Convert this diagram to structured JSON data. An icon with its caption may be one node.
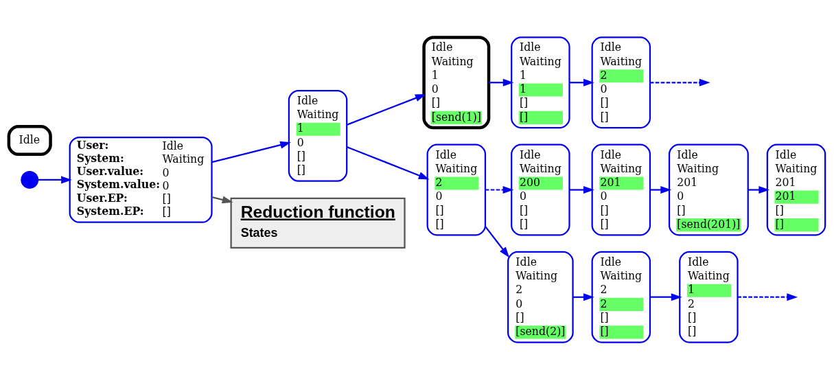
{
  "diagram": {
    "nodes": [
      {
        "text": [],
        "shape": "circle"
      },
      {
        "text": [
          "User:",
          "Idle",
          "System:",
          "Waiting",
          "User.value:",
          "0",
          "System.value:",
          "0",
          "User.EP:",
          "[]",
          "System.EP:",
          "[]"
        ]
      },
      {
        "text": [
          "Idle",
          "Waiting",
          "1",
          "0",
          "[]",
          "[]"
        ]
      },
      {
        "text": [
          "Idle",
          "Waiting",
          "1",
          "0",
          "[]",
          "[send(1)]"
        ]
      },
      {
        "text": [
          "Idle",
          "Waiting",
          "1",
          "1",
          "[]",
          "[]"
        ]
      },
      {
        "text": [
          "Idle",
          "Waiting",
          "2",
          "0",
          "[]",
          "[]"
        ]
      },
      {
        "text": [
          "Idle",
          "Waiting",
          "2",
          "0",
          "[]",
          "[]"
        ]
      },
      {
        "text": [
          "Idle",
          "Waiting",
          "200",
          "0",
          "[]",
          "[]"
        ]
      },
      {
        "text": [
          "Idle",
          "Waiting",
          "201",
          "0",
          "[]",
          "[]"
        ]
      },
      {
        "text": [
          "Idle",
          "Waiting",
          "201",
          "0",
          "[]",
          "[send(201)]"
        ]
      },
      {
        "text": [
          "Idle",
          "Waiting",
          "201",
          "201",
          "[]",
          "[]"
        ]
      },
      {
        "text": [
          "Idle",
          "Waiting",
          "2",
          "0",
          "[]",
          "[send(2)]"
        ]
      },
      {
        "text": [
          "Idle",
          "Waiting",
          "2",
          "2",
          "[]",
          "[]"
        ]
      },
      {
        "text": [
          "Idle",
          "Waiting",
          "1",
          "2",
          "[]",
          "[]"
        ]
      },
      {
        "text": [
          "Reduction function",
          "States"
        ]
      },
      {
        "text": [
          "Idle"
        ]
      }
    ],
    "edges": [
      {
        "from": 0,
        "to": 1,
        "arrow": "to"
      },
      {
        "from": 1,
        "to": 2,
        "arrow": "to"
      },
      {
        "from": 2,
        "to": 3,
        "arrow": "to"
      },
      {
        "from": 3,
        "to": 4,
        "arrow": "to"
      },
      {
        "from": 4,
        "to": 5,
        "arrow": "to"
      },
      {
        "from": 5,
        "to": null,
        "arrow": "to",
        "style": "dashed"
      },
      {
        "from": 2,
        "to": 6,
        "arrow": "to"
      },
      {
        "from": 6,
        "to": 7,
        "arrow": "to",
        "style": "dashed"
      },
      {
        "from": 7,
        "to": 8,
        "arrow": "to"
      },
      {
        "from": 8,
        "to": 9,
        "arrow": "to"
      },
      {
        "from": 9,
        "to": 10,
        "arrow": "to"
      },
      {
        "from": 6,
        "to": 11,
        "arrow": "to"
      },
      {
        "from": 11,
        "to": 12,
        "arrow": "to"
      },
      {
        "from": 12,
        "to": 13,
        "arrow": "to"
      },
      {
        "from": 13,
        "to": null,
        "arrow": "to",
        "style": "dashed"
      },
      {
        "from": 1,
        "to": 14,
        "arrow": "to",
        "color": "#555555"
      }
    ]
  }
}
